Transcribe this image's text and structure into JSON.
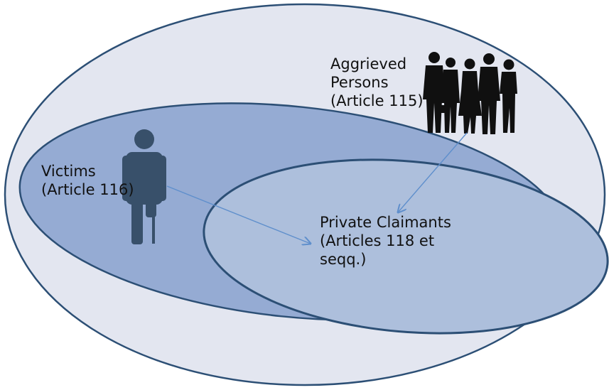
{
  "regions": {
    "aggrieved": {
      "lines": [
        "Aggrieved",
        "Persons",
        "(Article 115)"
      ],
      "fill": "#e3e6f0",
      "stroke": "#2c4f75"
    },
    "victims": {
      "lines": [
        "Victims",
        "(Article 116)"
      ],
      "fill": "#95abd3",
      "stroke": "#2c4f75"
    },
    "claimants": {
      "lines": [
        "Private Claimants",
        "(Articles 118 et",
        "seqq.)"
      ],
      "fill": "#adbfdc",
      "stroke": "#2c4f75"
    }
  },
  "colors": {
    "arrow": "#5f8fcc",
    "figure": "#101010",
    "victim_figure": "#38506a"
  },
  "icons": [
    "person-with-crutch-icon",
    "business-people-group-icon"
  ]
}
